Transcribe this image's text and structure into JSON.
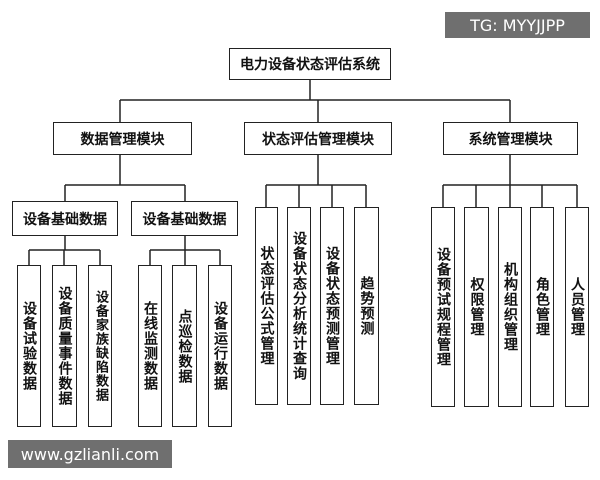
{
  "root": "电力设备状态评估系统",
  "modules": [
    {
      "label": "数据管理模块",
      "groups": [
        {
          "label": "设备基础数据",
          "items": [
            "设备试验数据",
            "设备质量事件数据",
            "设备家族缺陷数据"
          ]
        },
        {
          "label": "设备基础数据",
          "items": [
            "在线监测数据",
            "点巡检数据",
            "设备运行数据"
          ]
        }
      ]
    },
    {
      "label": "状态评估管理模块",
      "items": [
        "状态评估公式管理",
        "设备状态分析统计查询",
        "设备状态预测管理",
        "趋势预测"
      ]
    },
    {
      "label": "系统管理模块",
      "items": [
        "设备预试规程管理",
        "权限管理",
        "机构组织管理",
        "角色管理",
        "人员管理"
      ]
    }
  ],
  "watermarks": {
    "tg": "TG: MYYJJPP",
    "site": "www.gzlianli.com"
  }
}
